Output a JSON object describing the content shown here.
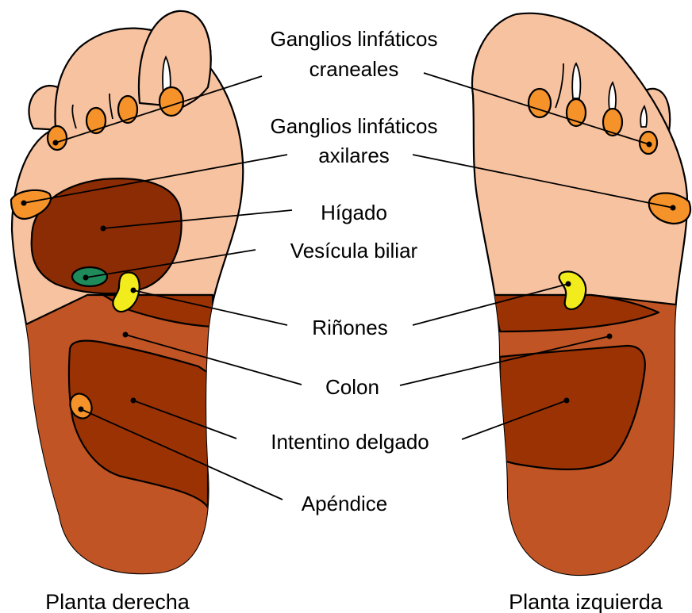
{
  "labels": {
    "craneales_1": "Ganglios linfáticos",
    "craneales_2": "craneales",
    "axilares_1": "Ganglios linfáticos",
    "axilares_2": "axilares",
    "higado": "Hígado",
    "vesicula": "Vesícula biliar",
    "rinones": "Riñones",
    "colon": "Colon",
    "intestino": "Intentino delgado",
    "apendice": "Apéndice"
  },
  "captions": {
    "right_foot": "Planta derecha",
    "left_foot": "Planta izquierda"
  },
  "colors": {
    "skin": "#f7c2a0",
    "lymph": "#f5922a",
    "liver": "#8c2c04",
    "gallbladder": "#1f8a5a",
    "kidney": "#f2ec1c",
    "colon": "#c05424",
    "intestine": "#9b3204"
  }
}
